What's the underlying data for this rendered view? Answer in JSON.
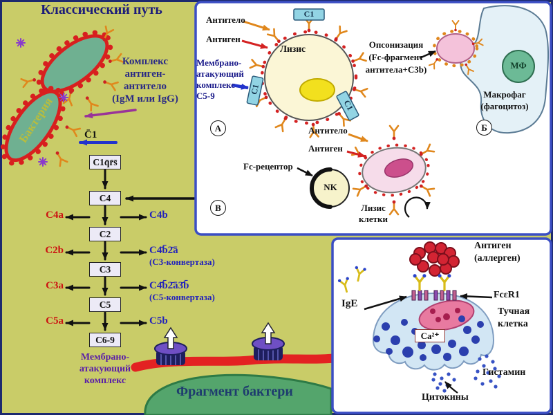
{
  "colors": {
    "background": "#c9cc68",
    "panel_border": "#3b4ec4",
    "red_accent": "#d42222",
    "blue_accent": "#2233cc",
    "purple_accent": "#5a1ea8",
    "orange_accent": "#e0871c"
  },
  "left": {
    "title": "Классический путь",
    "bacteria_label": "Бактерия",
    "complex_lines": [
      "Комплекс",
      "антиген-",
      "антитело",
      "(IgM или IgG)"
    ],
    "c1_label": "C̄1",
    "steps": [
      {
        "box": "C1q̄r̄s̄"
      },
      {
        "box": "C4",
        "left": "C4a",
        "right": "C4b"
      },
      {
        "box": "C2",
        "left": "C2b",
        "right": "C4̄b̄2̄ā",
        "note": "(C3-конвертаза)"
      },
      {
        "box": "C3",
        "left": "C3a",
        "right": "C4̄b̄2̄ā3̄b̄",
        "note": "(C5-конвертаза)"
      },
      {
        "box": "C5",
        "left": "C5a",
        "right": "C5b"
      },
      {
        "box": "C6-9"
      }
    ],
    "mac_lines": [
      "Мембрано-",
      "атакующий",
      "комплекс"
    ],
    "fragment_label": "Фрагмент бактери"
  },
  "panelA": {
    "tag": "А",
    "antibody_label": "Антитело",
    "antigen_label": "Антиген",
    "mac_lines": [
      "Мембрано-",
      "атакующий",
      "комплекс",
      "С5-9"
    ],
    "lysis_label": "Лизис",
    "c1_label": "C1"
  },
  "panelB": {
    "tag": "Б",
    "opsonization_lines": [
      "Опсонизация",
      "(Fc-фрагмент",
      "антитела+С3b)"
    ],
    "macrophage_lines": [
      "Макрофаг",
      "(фагоцитоз)"
    ],
    "mf_label": "МФ"
  },
  "panelV": {
    "tag": "В",
    "antibody_label": "Антитело",
    "antigen_label": "Антиген",
    "fc_receptor_label": "Fc-рецептор",
    "nk_label": "NK",
    "lysis_lines": [
      "Лизис",
      "клетки"
    ]
  },
  "allergy": {
    "antigen_lines": [
      "Антиген",
      "(аллерген)"
    ],
    "ige_label": "IgE",
    "receptor_label": "FcεR1",
    "mast_cell_lines": [
      "Тучная",
      "клетка"
    ],
    "ca_label": "Ca²⁺",
    "histamine_label": "Гистамин",
    "cytokines_label": "Цитокины"
  }
}
